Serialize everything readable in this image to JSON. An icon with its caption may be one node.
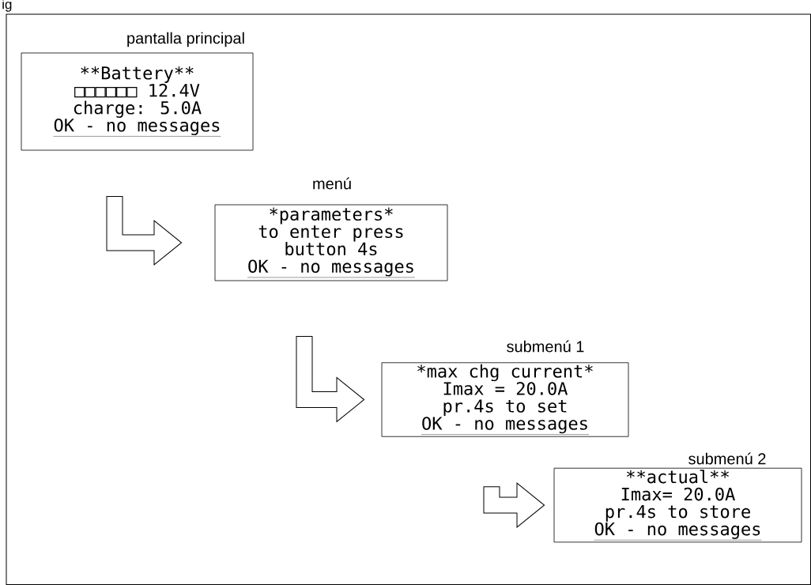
{
  "diagram": {
    "nodes": [
      {
        "text": [
          "pantalla principal",
          "**Battery**",
          "□□□□□□ 12.4V",
          "charge: 5.0A",
          "OK - no messages"
        ]
      },
      {
        "text": [
          "menú",
          "*parameters*",
          "to enter press",
          "button 4s",
          "OK - no messages"
        ]
      },
      {
        "text": [
          "submenú 1",
          "*max chg current*",
          "Imax = 20.0A",
          "pr.4s to set",
          "OK - no messages"
        ]
      },
      {
        "text": [
          "submenú 2",
          "**actual**",
          "Imax= 20.0A",
          "pr.4s to store",
          "OK - no messages"
        ]
      }
    ],
    "edges": [
      {
        "from": 0,
        "to": 1,
        "arrow": "to"
      },
      {
        "from": 1,
        "to": 2,
        "arrow": "to"
      },
      {
        "from": 2,
        "to": 3,
        "arrow": "to"
      }
    ],
    "labels": [
      "ig"
    ]
  }
}
